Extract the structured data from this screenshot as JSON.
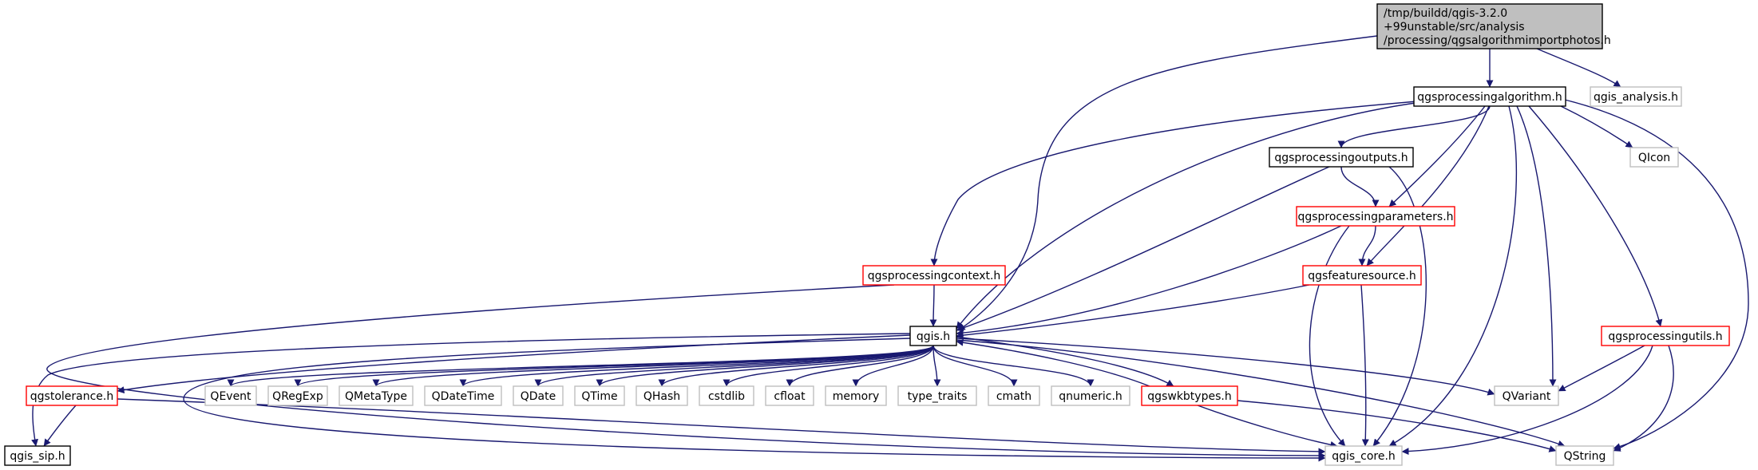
{
  "colors": {
    "edge": "#191970",
    "root_fill": "#bfbfbf",
    "root_border": "#000000",
    "documented_border": "#000000",
    "truncated_border": "#ff0000",
    "external_border": "#bfbfbf",
    "text": "#000000",
    "background": "#ffffff"
  },
  "nodes": [
    {
      "id": "root",
      "kind": "root",
      "lines": [
        "/tmp/buildd/qgis-3.2.0",
        "+99unstable/src/analysis",
        "/processing/qgsalgorithmimportphotos.h"
      ]
    },
    {
      "id": "qgsprocessingalgorithm",
      "kind": "documented",
      "lines": [
        "qgsprocessingalgorithm.h"
      ]
    },
    {
      "id": "qgis_analysis",
      "kind": "external",
      "lines": [
        "qgis_analysis.h"
      ]
    },
    {
      "id": "qgsprocessingoutputs",
      "kind": "documented",
      "lines": [
        "qgsprocessingoutputs.h"
      ]
    },
    {
      "id": "qicon",
      "kind": "external",
      "lines": [
        "QIcon"
      ]
    },
    {
      "id": "qgsprocessingparameters",
      "kind": "truncated",
      "lines": [
        "qgsprocessingparameters.h"
      ]
    },
    {
      "id": "qgsprocessingcontext",
      "kind": "truncated",
      "lines": [
        "qgsprocessingcontext.h"
      ]
    },
    {
      "id": "qgsfeaturesource",
      "kind": "truncated",
      "lines": [
        "qgsfeaturesource.h"
      ]
    },
    {
      "id": "qgsprocessingutils",
      "kind": "truncated",
      "lines": [
        "qgsprocessingutils.h"
      ]
    },
    {
      "id": "qgis",
      "kind": "documented",
      "lines": [
        "qgis.h"
      ]
    },
    {
      "id": "qgstolerance",
      "kind": "truncated",
      "lines": [
        "qgstolerance.h"
      ]
    },
    {
      "id": "qevent",
      "kind": "external",
      "lines": [
        "QEvent"
      ]
    },
    {
      "id": "qregexp",
      "kind": "external",
      "lines": [
        "QRegExp"
      ]
    },
    {
      "id": "qmetatype",
      "kind": "external",
      "lines": [
        "QMetaType"
      ]
    },
    {
      "id": "qdatetime",
      "kind": "external",
      "lines": [
        "QDateTime"
      ]
    },
    {
      "id": "qdate",
      "kind": "external",
      "lines": [
        "QDate"
      ]
    },
    {
      "id": "qtime",
      "kind": "external",
      "lines": [
        "QTime"
      ]
    },
    {
      "id": "qhash",
      "kind": "external",
      "lines": [
        "QHash"
      ]
    },
    {
      "id": "cstdlib",
      "kind": "external",
      "lines": [
        "cstdlib"
      ]
    },
    {
      "id": "cfloat",
      "kind": "external",
      "lines": [
        "cfloat"
      ]
    },
    {
      "id": "memory",
      "kind": "external",
      "lines": [
        "memory"
      ]
    },
    {
      "id": "type_traits",
      "kind": "external",
      "lines": [
        "type_traits"
      ]
    },
    {
      "id": "cmath",
      "kind": "external",
      "lines": [
        "cmath"
      ]
    },
    {
      "id": "qnumeric",
      "kind": "external",
      "lines": [
        "qnumeric.h"
      ]
    },
    {
      "id": "qgswkbtypes",
      "kind": "truncated",
      "lines": [
        "qgswkbtypes.h"
      ]
    },
    {
      "id": "qvariant",
      "kind": "external",
      "lines": [
        "QVariant"
      ]
    },
    {
      "id": "qgis_sip",
      "kind": "documented",
      "lines": [
        "qgis_sip.h"
      ]
    },
    {
      "id": "qgis_core",
      "kind": "external",
      "lines": [
        "qgis_core.h"
      ]
    },
    {
      "id": "qstring",
      "kind": "external",
      "lines": [
        "QString"
      ]
    }
  ],
  "edges": [
    {
      "from": "root",
      "to": "qgsprocessingalgorithm"
    },
    {
      "from": "root",
      "to": "qgis_analysis"
    },
    {
      "from": "root",
      "to": "qgis"
    },
    {
      "from": "qgsprocessingalgorithm",
      "to": "qgsprocessingoutputs"
    },
    {
      "from": "qgsprocessingalgorithm",
      "to": "qicon"
    },
    {
      "from": "qgsprocessingalgorithm",
      "to": "qgsprocessingparameters"
    },
    {
      "from": "qgsprocessingalgorithm",
      "to": "qgsprocessingcontext"
    },
    {
      "from": "qgsprocessingalgorithm",
      "to": "qgsfeaturesource"
    },
    {
      "from": "qgsprocessingalgorithm",
      "to": "qgsprocessingutils"
    },
    {
      "from": "qgsprocessingalgorithm",
      "to": "qgis"
    },
    {
      "from": "qgsprocessingalgorithm",
      "to": "qvariant"
    },
    {
      "from": "qgsprocessingalgorithm",
      "to": "qgis_core"
    },
    {
      "from": "qgsprocessingalgorithm",
      "to": "qstring"
    },
    {
      "from": "qgsprocessingoutputs",
      "to": "qgsprocessingparameters"
    },
    {
      "from": "qgsprocessingoutputs",
      "to": "qgis"
    },
    {
      "from": "qgsprocessingoutputs",
      "to": "qgis_core"
    },
    {
      "from": "qgsprocessingparameters",
      "to": "qgsfeaturesource"
    },
    {
      "from": "qgsprocessingparameters",
      "to": "qgis"
    },
    {
      "from": "qgsprocessingparameters",
      "to": "qgis_core"
    },
    {
      "from": "qgsprocessingcontext",
      "to": "qgis"
    },
    {
      "from": "qgsprocessingcontext",
      "to": "qgis_core"
    },
    {
      "from": "qgsfeaturesource",
      "to": "qgis"
    },
    {
      "from": "qgsfeaturesource",
      "to": "qgis_core"
    },
    {
      "from": "qgsprocessingutils",
      "to": "qvariant"
    },
    {
      "from": "qgsprocessingutils",
      "to": "qgis_core"
    },
    {
      "from": "qgsprocessingutils",
      "to": "qstring"
    },
    {
      "from": "qgis",
      "to": "qgstolerance"
    },
    {
      "from": "qgis",
      "to": "qevent"
    },
    {
      "from": "qgis",
      "to": "qregexp"
    },
    {
      "from": "qgis",
      "to": "qmetatype"
    },
    {
      "from": "qgis",
      "to": "qdatetime"
    },
    {
      "from": "qgis",
      "to": "qdate"
    },
    {
      "from": "qgis",
      "to": "qtime"
    },
    {
      "from": "qgis",
      "to": "qhash"
    },
    {
      "from": "qgis",
      "to": "cstdlib"
    },
    {
      "from": "qgis",
      "to": "cfloat"
    },
    {
      "from": "qgis",
      "to": "memory"
    },
    {
      "from": "qgis",
      "to": "type_traits"
    },
    {
      "from": "qgis",
      "to": "cmath"
    },
    {
      "from": "qgis",
      "to": "qnumeric"
    },
    {
      "from": "qgis",
      "to": "qgswkbtypes"
    },
    {
      "from": "qgis",
      "to": "qvariant"
    },
    {
      "from": "qgis",
      "to": "qgis_sip"
    },
    {
      "from": "qgis",
      "to": "qgis_core"
    },
    {
      "from": "qgis",
      "to": "qstring"
    },
    {
      "from": "qgstolerance",
      "to": "qgis_sip"
    },
    {
      "from": "qgstolerance",
      "to": "qgis_core"
    },
    {
      "from": "qgswkbtypes",
      "to": "qgis"
    },
    {
      "from": "qgswkbtypes",
      "to": "qgis_core"
    },
    {
      "from": "qgswkbtypes",
      "to": "qstring"
    }
  ]
}
